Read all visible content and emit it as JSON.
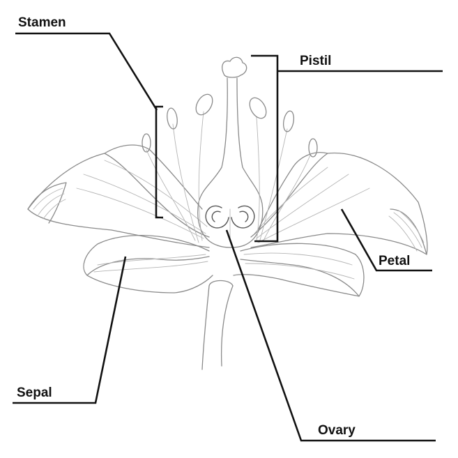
{
  "labels": {
    "stamen": "Stamen",
    "pistil": "Pistil",
    "petal": "Petal",
    "sepal": "Sepal",
    "ovary": "Ovary"
  },
  "colors": {
    "label_text": "#111111",
    "leader_line": "#111111",
    "illustration_stroke": "#8a8a8a",
    "background": "#ffffff"
  }
}
